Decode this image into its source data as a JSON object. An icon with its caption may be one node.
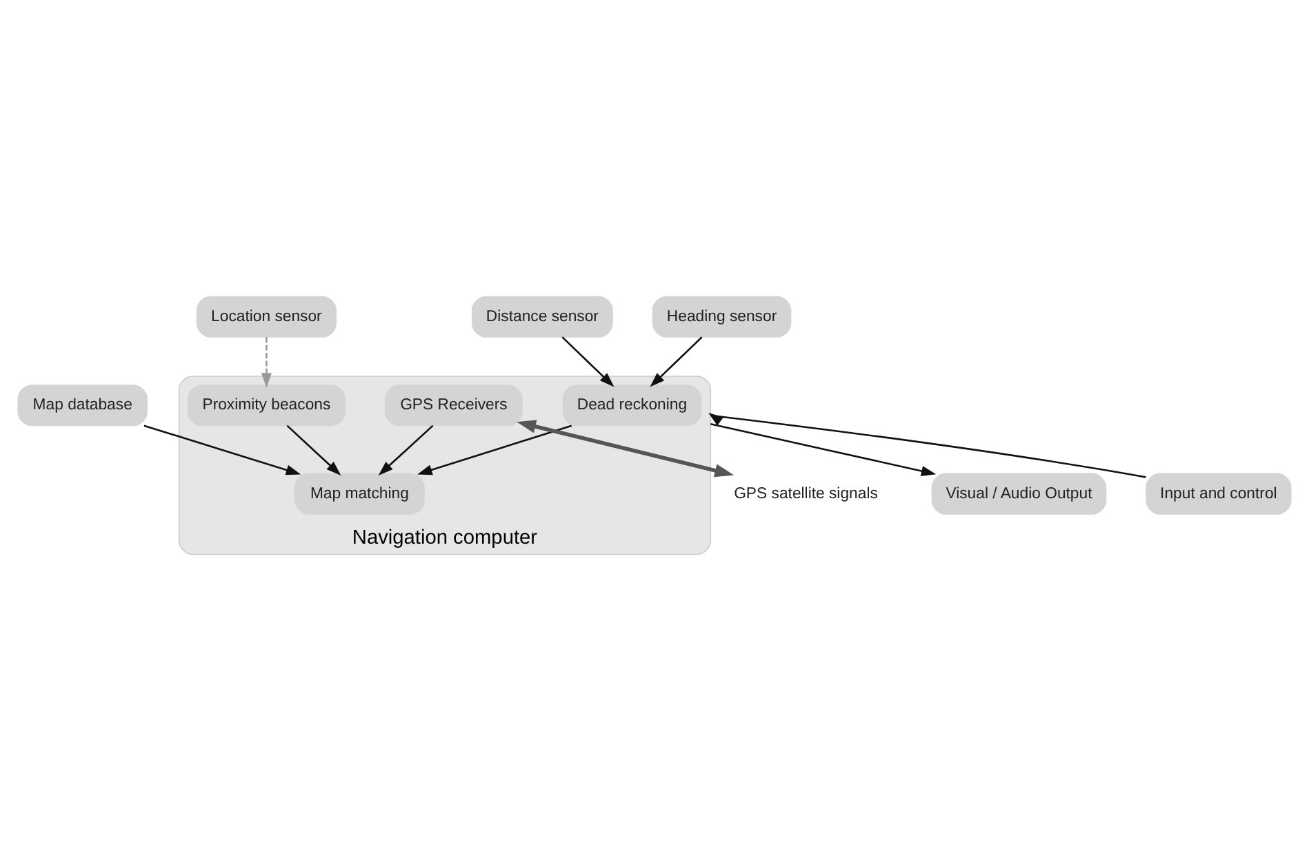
{
  "diagram": {
    "nodes": [
      {
        "text": [
          "Distance sensor"
        ]
      },
      {
        "text": [
          "Heading sensor"
        ]
      },
      {
        "text": [
          "Location sensor"
        ]
      },
      {
        "text": [
          "Navigation computer"
        ]
      },
      {
        "text": [
          "Dead reckoning"
        ],
        "in": 3
      },
      {
        "text": [
          "Proximity beacons"
        ],
        "in": 3
      },
      {
        "text": [
          "Map database"
        ]
      },
      {
        "text": [
          "Map matching"
        ],
        "in": 3
      },
      {
        "text": [
          "GPS Receivers"
        ],
        "in": 3
      },
      {
        "text": [
          "GPS satellite signals"
        ]
      },
      {
        "text": [
          "Input and control"
        ]
      },
      {
        "text": [
          "Visual / Audio Output"
        ]
      }
    ],
    "edges": [
      {
        "from": 0,
        "to": 4,
        "arrow": "to"
      },
      {
        "from": 1,
        "to": 4,
        "arrow": "to"
      },
      {
        "from": 2,
        "to": 5,
        "arrow": "to",
        "style": "dashed",
        "color": "#999999"
      },
      {
        "from": 4,
        "to": 7,
        "arrow": "to"
      },
      {
        "from": 5,
        "to": 7,
        "arrow": "to"
      },
      {
        "from": 6,
        "to": 7,
        "arrow": "to"
      },
      {
        "from": 8,
        "to": 7,
        "arrow": "to"
      },
      {
        "from": 8,
        "to": 9,
        "arrow": "both",
        "style": "thick",
        "color": "#555555"
      },
      {
        "from": 10,
        "to": 3,
        "arrow": "to"
      },
      {
        "from": 3,
        "to": 11,
        "arrow": "to"
      }
    ]
  }
}
